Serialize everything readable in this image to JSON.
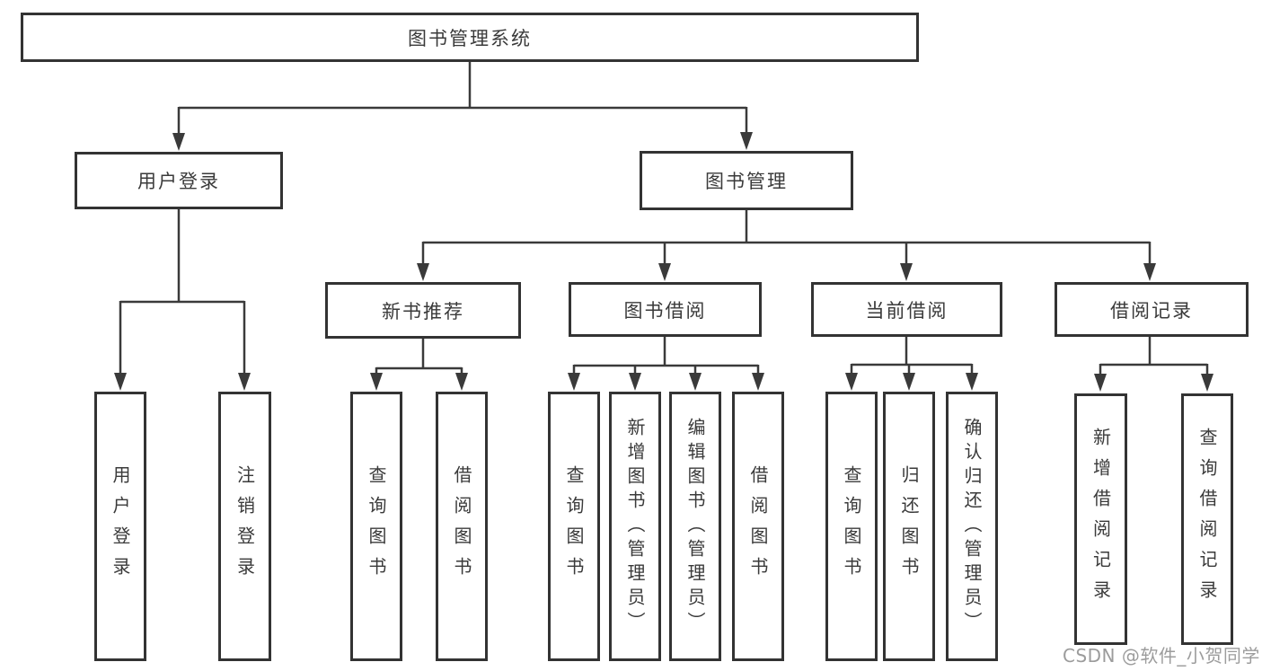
{
  "diagram": {
    "title": "图书管理系统",
    "level2": [
      {
        "label": "用户登录",
        "children": [
          "用户登录",
          "注销登录"
        ]
      },
      {
        "label": "图书管理",
        "sections": [
          {
            "label": "新书推荐",
            "children": [
              "查询图书",
              "借阅图书"
            ]
          },
          {
            "label": "图书借阅",
            "children": [
              "查询图书",
              "新增图书（管理员）",
              "编辑图书（管理员）",
              "借阅图书"
            ]
          },
          {
            "label": "当前借阅",
            "children": [
              "查询图书",
              "归还图书",
              "确认归还（管理员）"
            ]
          },
          {
            "label": "借阅记录",
            "children": [
              "新增借阅记录",
              "查询借阅记录"
            ]
          }
        ]
      }
    ]
  },
  "watermark": {
    "text": "CSDN @软件_小贺同学"
  },
  "colors": {
    "line": "#3a3a3a",
    "border": "#333333",
    "text": "#3a3a3a",
    "background": "#ffffff",
    "watermark": "#9c9c9c"
  }
}
